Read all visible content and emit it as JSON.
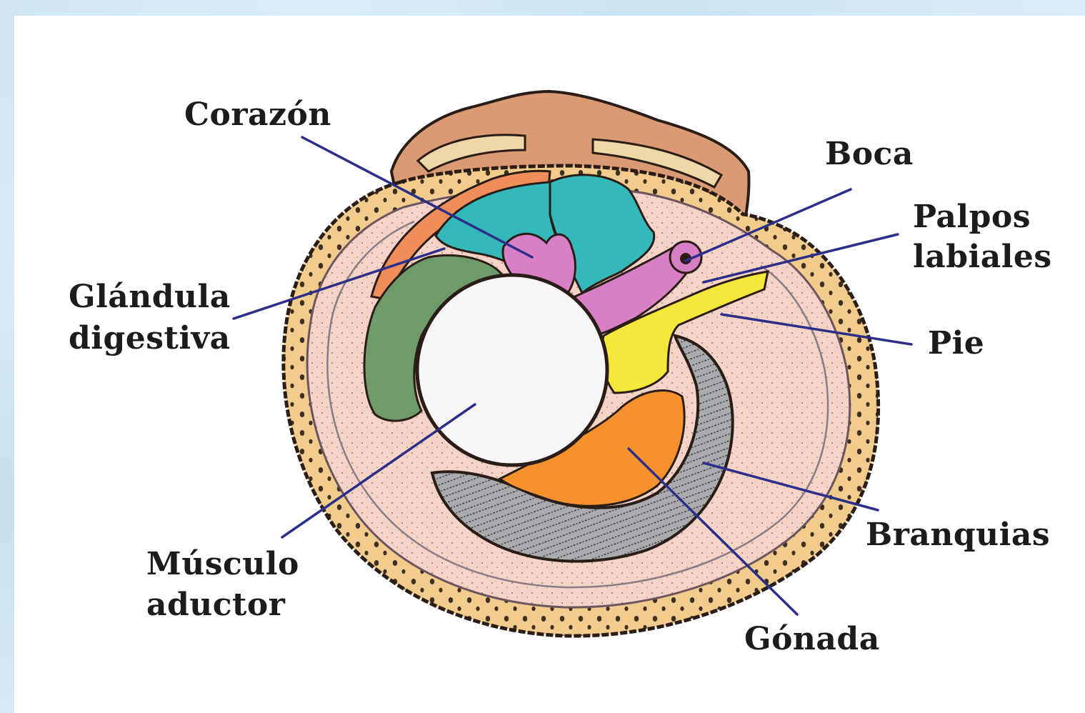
{
  "diagram": {
    "labels": {
      "corazon": "Corazón",
      "boca": "Boca",
      "palpos_line1": "Palpos",
      "palpos_line2": "labiales",
      "glandula_line1": "Glándula",
      "glandula_line2": "digestiva",
      "pie": "Pie",
      "musculo_line1": "Músculo",
      "musculo_line2": "aductor",
      "branquias": "Branquias",
      "gonada": "Gónada"
    },
    "colors": {
      "frame": "#cfe6f3",
      "leader_lines": "#2b2f8a",
      "shell_rim": "#f1cc8c",
      "mantle": "#f6d3c7",
      "heart": "#d97fc6",
      "pericardium": "#35b8b9",
      "digestive_gland": "#6f9a6a",
      "adductor_muscle": "#f8f6f7",
      "foot": "#f4e83c",
      "gonad": "#f6922e",
      "gills": "#a9abae",
      "hinge": "#c98b6a"
    }
  }
}
